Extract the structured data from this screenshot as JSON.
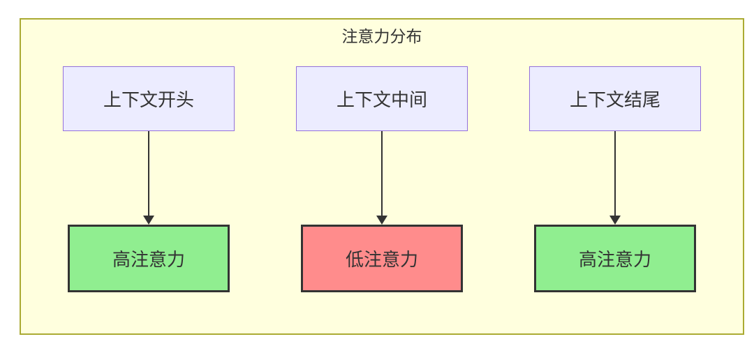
{
  "diagram": {
    "type": "flowchart",
    "direction": "top-down",
    "title": "注意力分布",
    "columns": [
      {
        "source": "上下文开头",
        "target": "高注意力",
        "target_level": "high",
        "arrow": "down"
      },
      {
        "source": "上下文中间",
        "target": "低注意力",
        "target_level": "low",
        "arrow": "down"
      },
      {
        "source": "上下文结尾",
        "target": "高注意力",
        "target_level": "high",
        "arrow": "down"
      }
    ],
    "colors": {
      "container_fill": "#FFFFDE",
      "container_border": "#AAAA33",
      "source_node_fill": "#ECECFF",
      "source_node_border": "#9370DB",
      "high_attention_fill": "#90EE90",
      "low_attention_fill": "#FF8C8C",
      "target_node_border": "#333333",
      "arrow_color": "#333333",
      "text_color": "#333333",
      "page_background": "#FFFFFF"
    }
  }
}
